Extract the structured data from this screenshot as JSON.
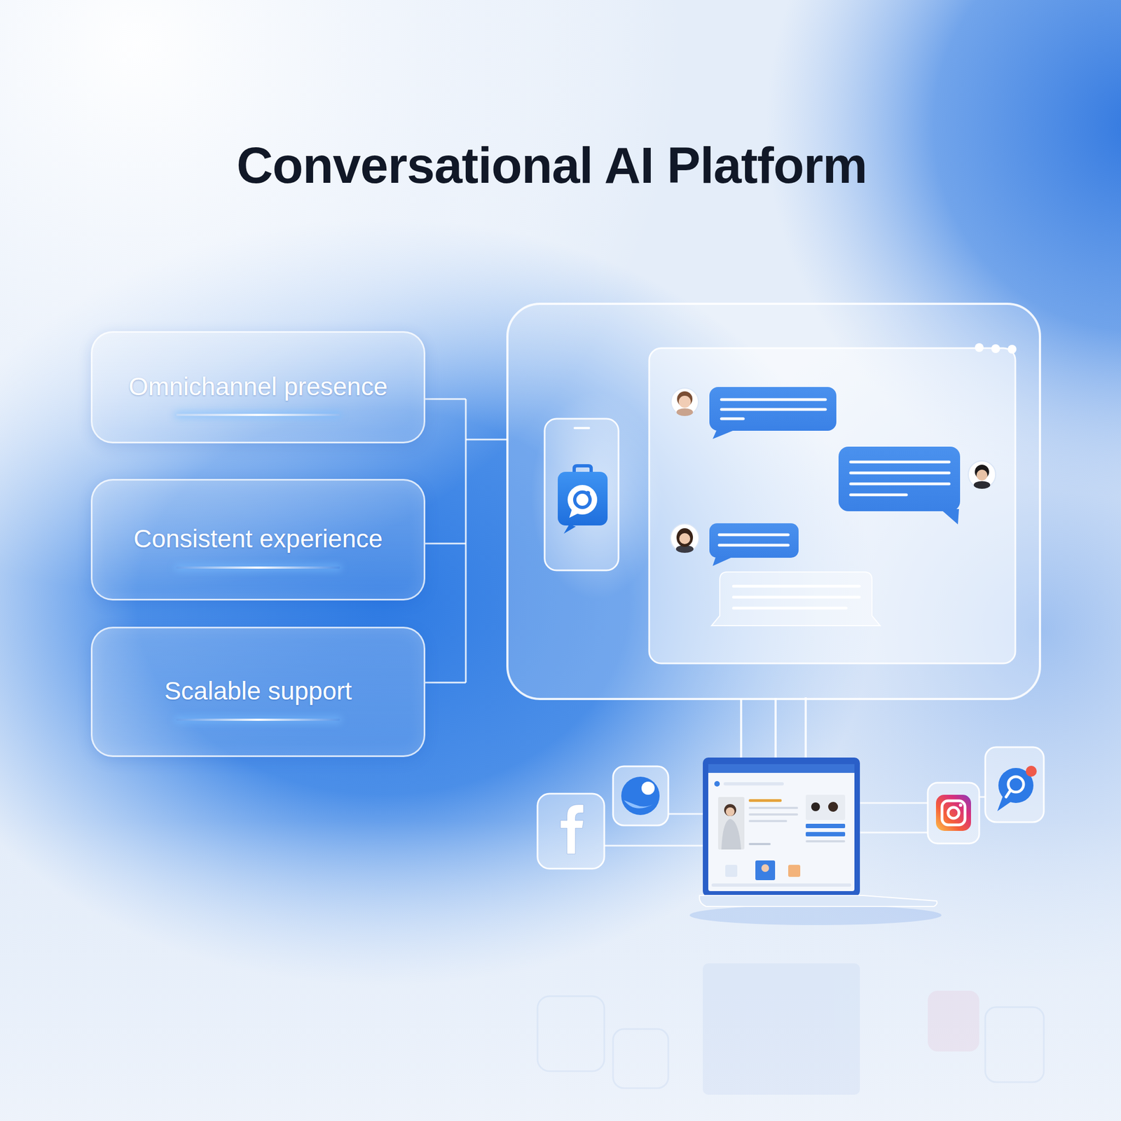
{
  "diagram": {
    "title": "Conversational AI Platform",
    "nodes": [
      {
        "text": [
          "Omnichannel presence"
        ]
      },
      {
        "text": [
          "Consistent experience"
        ]
      },
      {
        "text": [
          "Scalable support"
        ]
      }
    ]
  }
}
